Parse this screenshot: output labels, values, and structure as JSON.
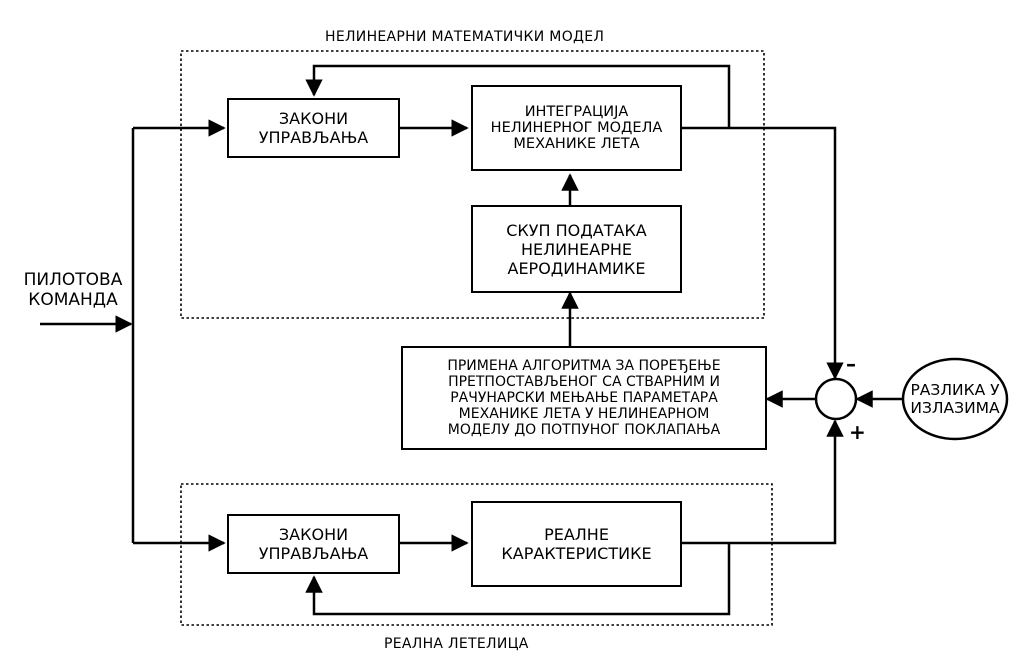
{
  "groups": {
    "model": "НЕЛИНЕАРНИ МАТЕМАТИЧКИ МОДЕЛ",
    "real": "РЕАЛНА ЛЕТЕЛИЦА"
  },
  "input": {
    "line1": "ПИЛОТОВА",
    "line2": "КОМАНДА"
  },
  "blocks": {
    "laws_top": [
      "ЗАКОНИ",
      "УПРАВЉАЊА"
    ],
    "integration": [
      "ИНТЕГРАЦИЈА",
      "НЕЛИНЕРНОГ МОДЕЛА",
      "МЕХАНИКЕ ЛЕТА"
    ],
    "aero_data": [
      "СКУП ПОДАТАКА",
      "НЕЛИНЕАРНЕ",
      "АЕРОДИНАМИКЕ"
    ],
    "algorithm": [
      "ПРИМЕНА АЛГОРИТМА ЗА ПОРЕЂЕЊЕ",
      "ПРЕТПОСТАВЉЕНОГ СА СТВАРНИМ И",
      "РАЧУНАРСКИ МЕЊАЊЕ ПАРАМЕТАРА",
      "МЕХАНИКЕ ЛЕТА У НЕЛИНЕАРНОМ",
      "МОДЕЛУ ДО ПОТПУНОГ ПОКЛАПАЊА"
    ],
    "laws_bottom": [
      "ЗАКОНИ",
      "УПРАВЉАЊА"
    ],
    "real_char": [
      "РЕАЛНЕ",
      "КАРАКТЕРИСТИКЕ"
    ]
  },
  "difference": [
    "РАЗЛИКА У",
    "ИЗЛАЗИМА"
  ],
  "signs": {
    "minus": "–",
    "plus": "+"
  }
}
